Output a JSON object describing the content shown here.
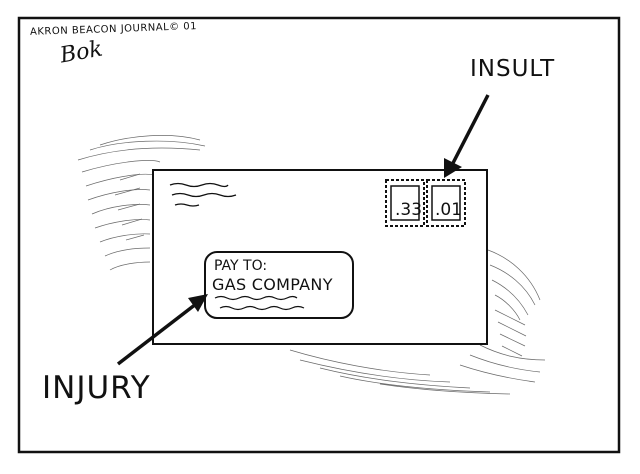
{
  "credit": "AKRON BEACON JOURNAL© 01",
  "signature": "Bok",
  "labels": {
    "insult": "INSULT",
    "injury": "INJURY"
  },
  "envelope": {
    "pay_to": "PAY TO:",
    "payee": "GAS COMPANY",
    "stamps": [
      ".33",
      ".01"
    ]
  },
  "colors": {
    "ink": "#111111",
    "paper": "#ffffff"
  }
}
